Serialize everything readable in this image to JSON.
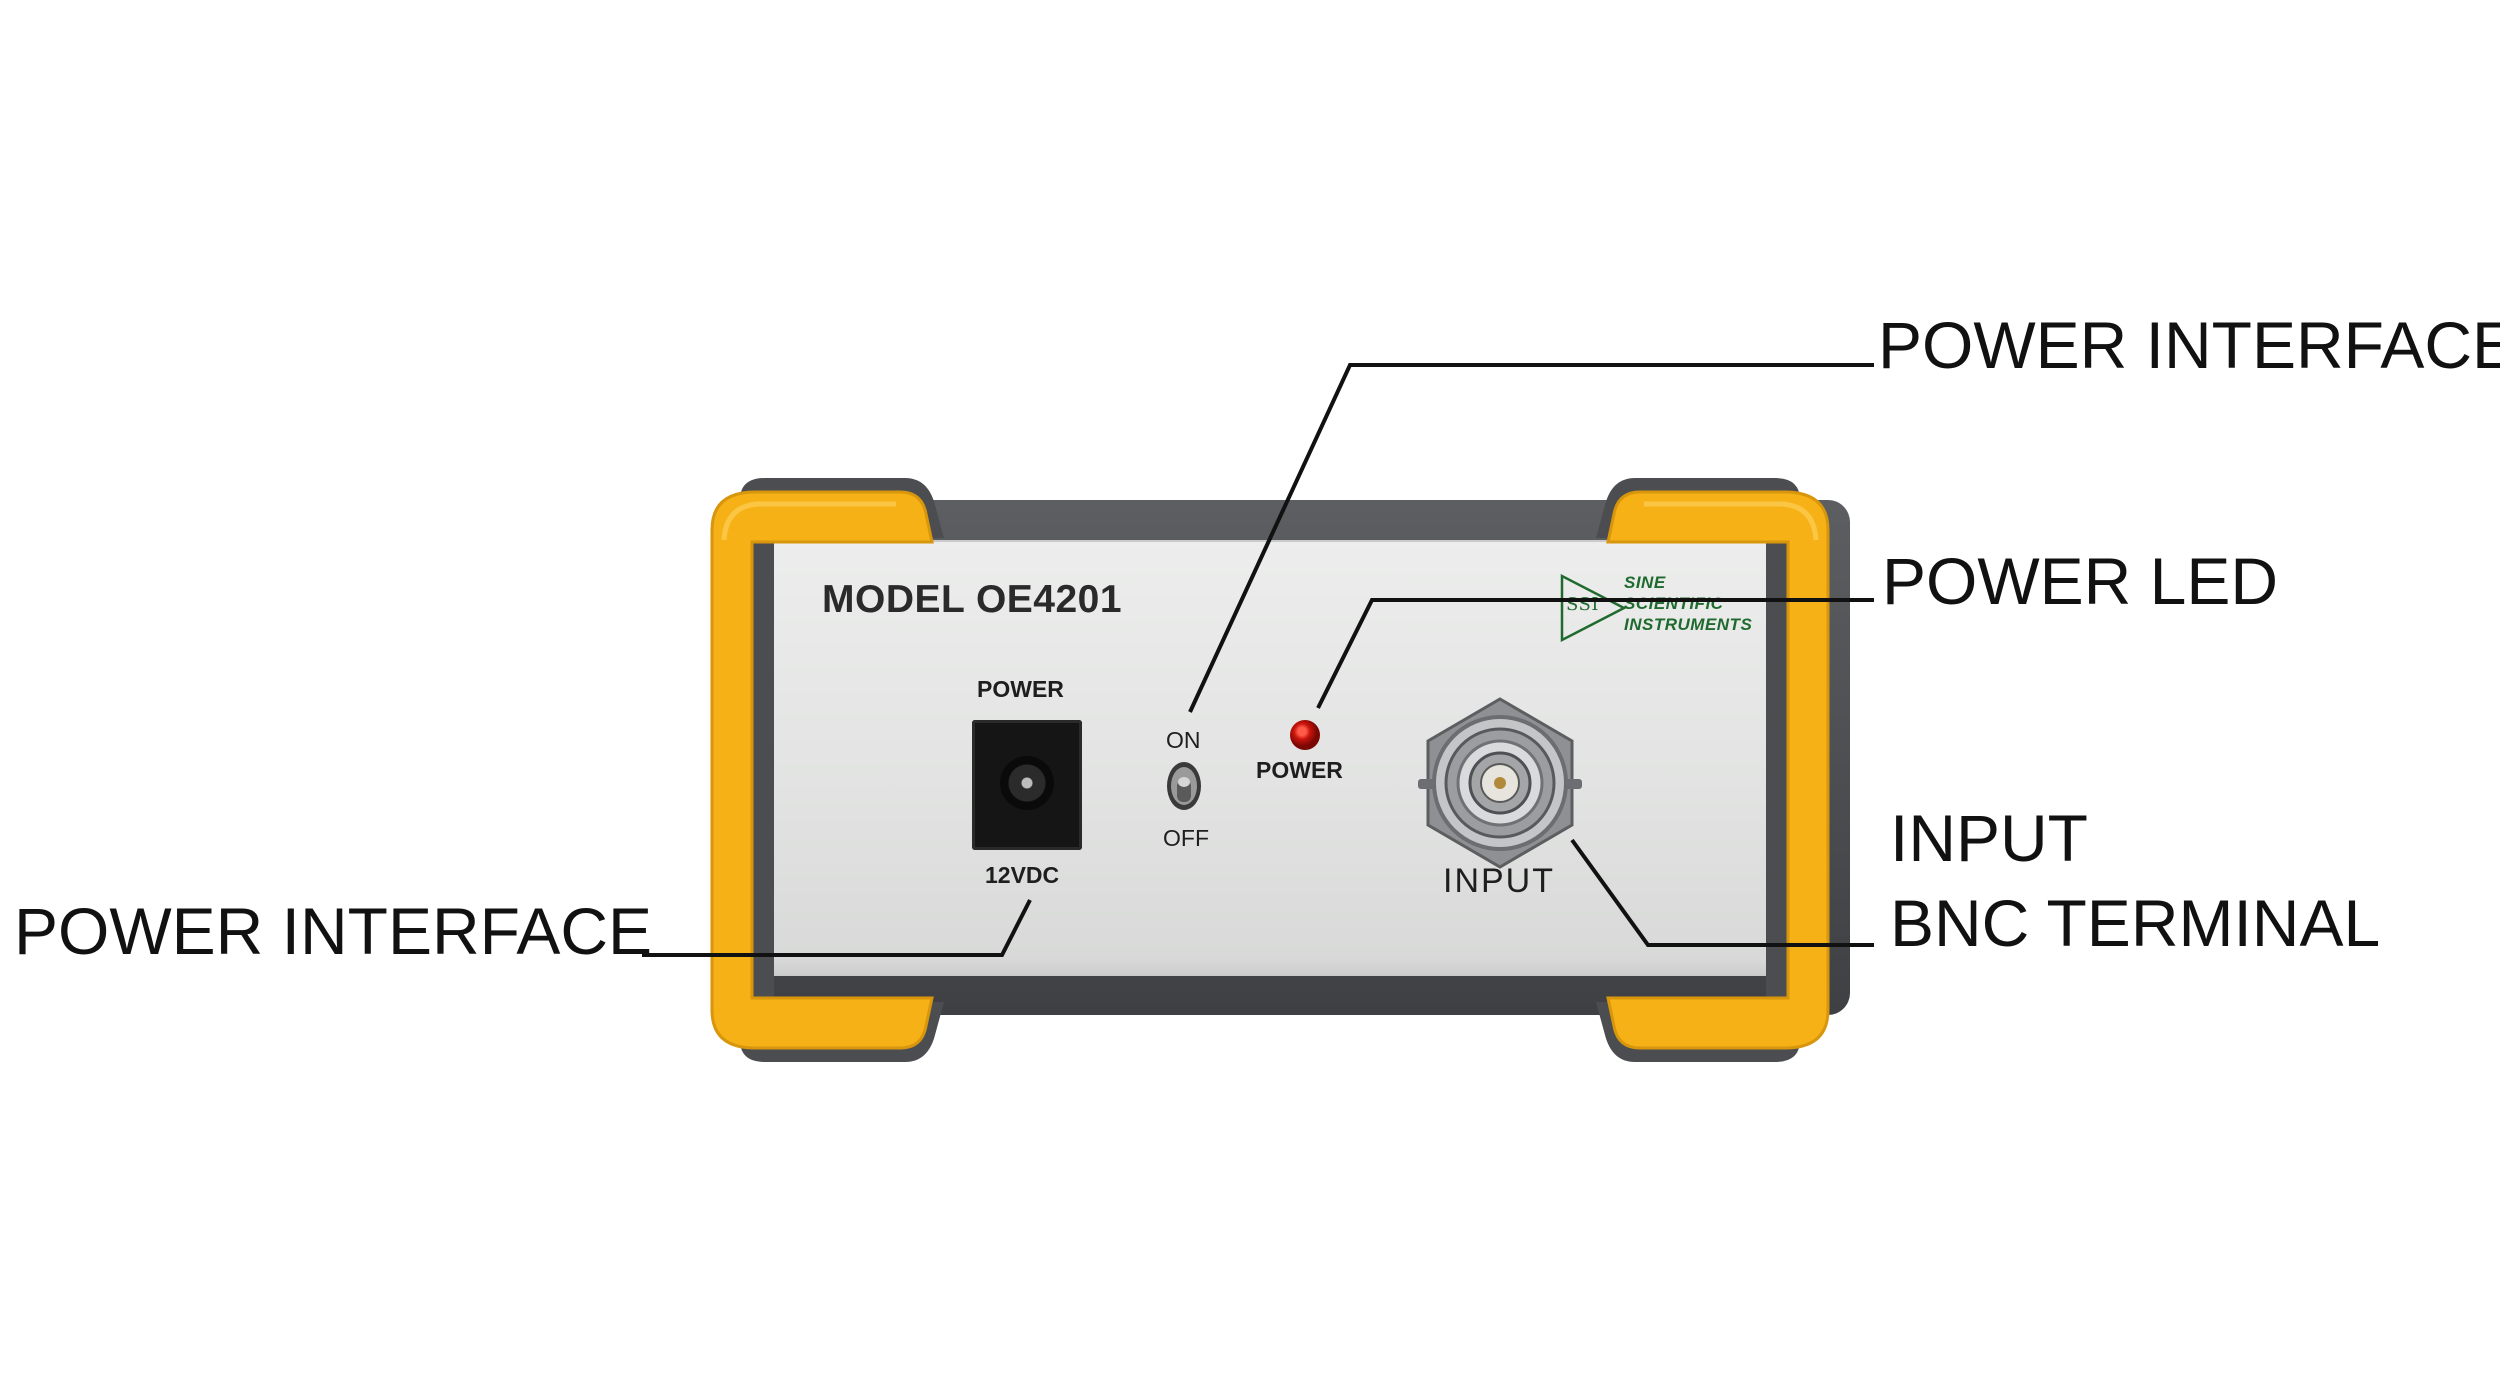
{
  "device": {
    "model_label": "MODEL OE4201",
    "power_label": "POWER",
    "voltage_label": "12VDC",
    "switch_on_label": "ON",
    "switch_off_label": "OFF",
    "led_label": "POWER",
    "input_label": "INPUT",
    "logo": {
      "abbr": "SSI",
      "line1": "SINE",
      "line2": "SCIENTIFIC",
      "line3": "INSTRUMENTS"
    },
    "colors": {
      "bumper": "#f6b117",
      "panel": "#e4e5e4",
      "body": "#4a4c4f",
      "led": "#c8140c",
      "logo": "#1f6a2e"
    }
  },
  "callouts": {
    "switch": "POWER INTERFACE",
    "led": "POWER LED",
    "input_line1": "INPUT",
    "input_line2": "BNC TERMINAL",
    "power_jack": "POWER INTERFACE"
  }
}
